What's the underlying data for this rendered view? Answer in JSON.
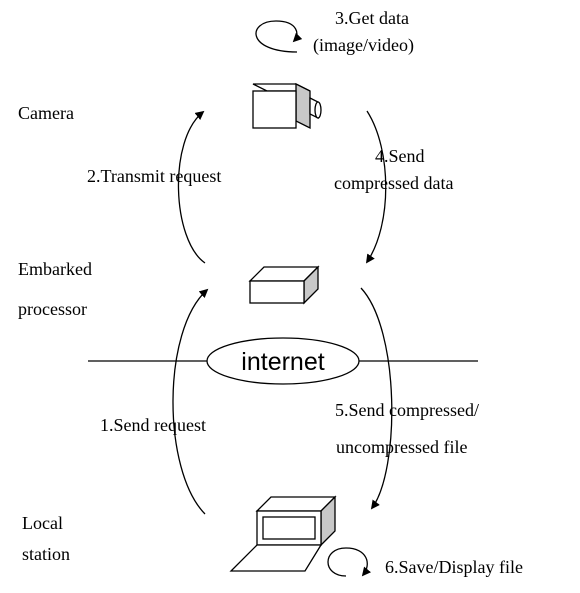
{
  "labels": {
    "camera": "Camera",
    "embarked_line1": "Embarked",
    "embarked_line2": "processor",
    "local_line1": "Local",
    "local_line2": "station",
    "internet": "internet"
  },
  "steps": {
    "get_data_line1": "3.Get data",
    "get_data_line2": "(image/video)",
    "transmit_request": "2.Transmit request",
    "send_compressed_line1": "4.Send",
    "send_compressed_line2": "compressed data",
    "send_request": "1.Send request",
    "send_file_line1": "5.Send compressed/",
    "send_file_line2": "uncompressed file",
    "save_display": "6.Save/Display file"
  }
}
